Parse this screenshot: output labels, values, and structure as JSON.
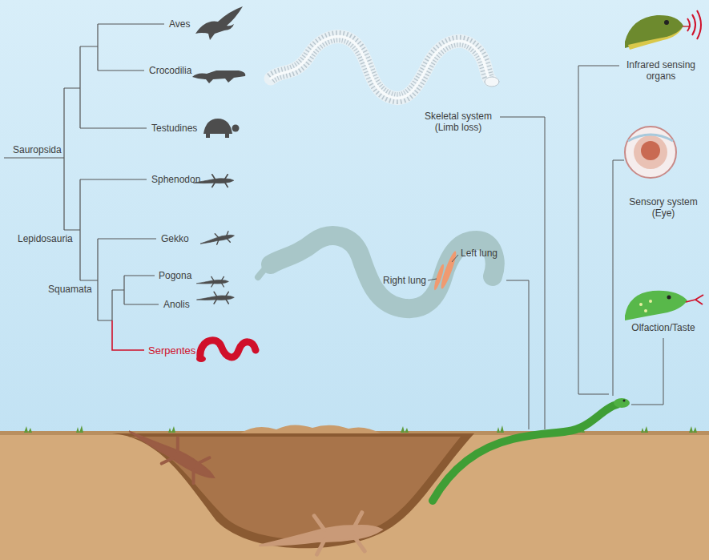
{
  "diagram": {
    "labels": [
      "Aves",
      "Crocodilia",
      "Testudines",
      "Sphenodon",
      "Gekko",
      "Pogona",
      "Anolis",
      "Serpentes",
      "Sauropsida",
      "Lepidosauria",
      "Squamata",
      "Skeletal system (Limb loss)",
      "Left lung",
      "Right lung",
      "Infrared sensing organs",
      "Sensory system (Eye)",
      "Olfaction/Taste"
    ]
  }
}
